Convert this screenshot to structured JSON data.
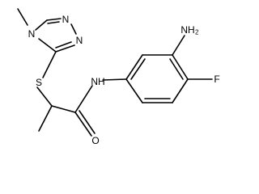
{
  "structure": {
    "atoms": {
      "ring_n_methyl": "N",
      "ring_n_upper": "N",
      "ring_n_lower": "N",
      "sulfur": "S",
      "amide_nh": "NH",
      "amine": "NH",
      "amine_subscript": "2",
      "fluorine": "F",
      "carbonyl_oxygen": "O"
    },
    "colors": {
      "bond": "#000000",
      "label": "#000000",
      "background": "#ffffff"
    }
  }
}
